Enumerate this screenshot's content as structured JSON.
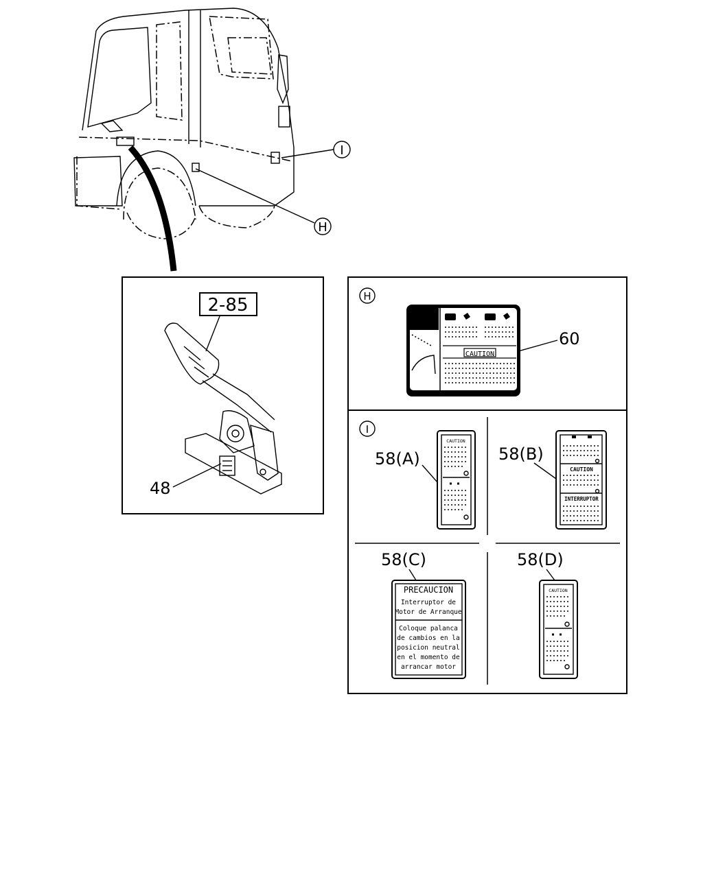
{
  "callouts": {
    "view_h": "H",
    "view_i": "I"
  },
  "lever_panel": {
    "ref_box": "2-85",
    "part_48": "48"
  },
  "panel_h": {
    "tag": "H",
    "part_60": "60",
    "label_heading": "CAUTION"
  },
  "panel_i": {
    "tag": "I",
    "a": {
      "part": "58(A)",
      "heading": "CAUTION"
    },
    "b": {
      "part": "58(B)",
      "heading1": "CAUTION",
      "heading2": "INTERRUPTOR"
    },
    "c": {
      "part": "58(C)",
      "title": "PRECAUCION",
      "sub_line1": "Interruptor de",
      "sub_line2": "Motor de Arranque",
      "body_line1": "Coloque palanca",
      "body_line2": "de cambios en la",
      "body_line3": "posicion neutral",
      "body_line4": "en el momento de",
      "body_line5": "arrancar motor"
    },
    "d": {
      "part": "58(D)",
      "heading": "CAUTION"
    }
  }
}
